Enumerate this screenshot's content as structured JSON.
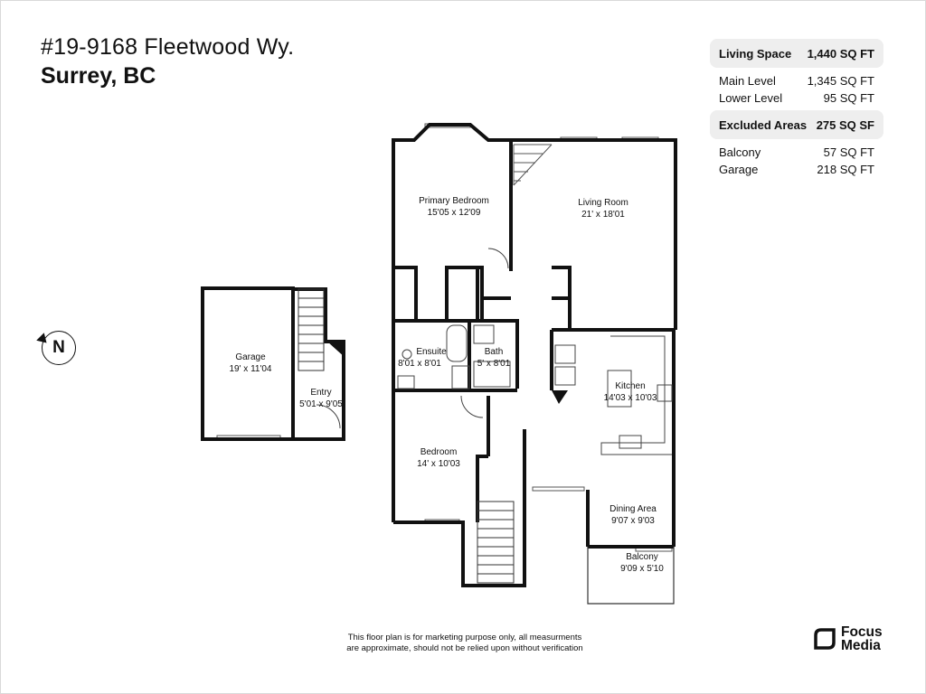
{
  "address": {
    "line1": "#19-9168 Fleetwood Wy.",
    "line2": "Surrey, BC"
  },
  "summary": {
    "living": {
      "label": "Living Space",
      "value": "1,440 SQ FT"
    },
    "living_rows": [
      {
        "label": "Main Level",
        "value": "1,345 SQ FT"
      },
      {
        "label": "Lower Level",
        "value": "95 SQ FT"
      }
    ],
    "excluded": {
      "label": "Excluded Areas",
      "value": "275 SQ SF"
    },
    "excluded_rows": [
      {
        "label": "Balcony",
        "value": "57 SQ FT"
      },
      {
        "label": "Garage",
        "value": "218 SQ FT"
      }
    ]
  },
  "compass": {
    "letter": "N"
  },
  "rooms": {
    "primary_bedroom": {
      "name": "Primary Bedroom",
      "dims": "15'05 x 12'09"
    },
    "living_room": {
      "name": "Living Room",
      "dims": "21' x 18'01"
    },
    "ensuite": {
      "name": "Ensuite",
      "dims": "8'01 x 8'01"
    },
    "bath": {
      "name": "Bath",
      "dims": "5' x 8'01"
    },
    "kitchen": {
      "name": "Kitchen",
      "dims": "14'03 x 10'03"
    },
    "bedroom": {
      "name": "Bedroom",
      "dims": "14' x 10'03"
    },
    "dining": {
      "name": "Dining Area",
      "dims": "9'07 x 9'03"
    },
    "balcony": {
      "name": "Balcony",
      "dims": "9'09 x 5'10"
    },
    "garage": {
      "name": "Garage",
      "dims": "19' x 11'04"
    },
    "entry": {
      "name": "Entry",
      "dims": "5'01 x 9'05"
    }
  },
  "disclaimer": {
    "line1": "This floor plan is for marketing purpose only, all measurments",
    "line2": "are approximate, should not be relied upon without verification"
  },
  "brand": {
    "line1": "Focus",
    "line2": "Media"
  }
}
